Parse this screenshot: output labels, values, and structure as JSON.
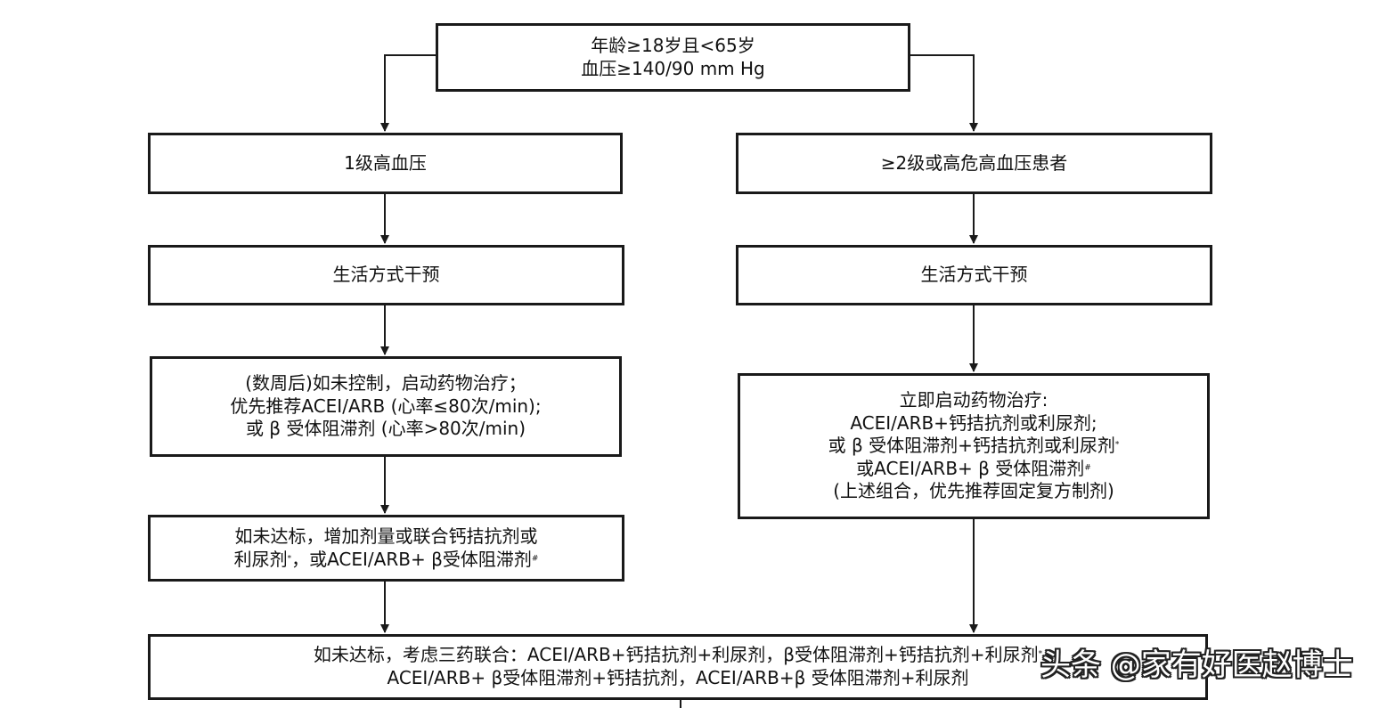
{
  "flowchart": {
    "top": {
      "line1": "年龄≥18岁且<65岁",
      "line2": "血压≥140/90 mm Hg"
    },
    "left": {
      "grade": "1级高血压",
      "lifestyle": "生活方式干预",
      "therapy": {
        "line1": "(数周后)如未控制，启动药物治疗；",
        "line2": "优先推荐ACEI/ARB (心率≤80次/min);",
        "line3": "或 β 受体阻滞剂 (心率>80次/min)"
      },
      "escalate": {
        "line1": "如未达标，增加剂量或联合钙拮抗剂或",
        "line2_text": "利尿剂",
        "line2_mark": "*",
        "line2_tail_text": "，或ACEI/ARB+ β受体阻滞剂",
        "line2_tail_mark": "#"
      }
    },
    "right": {
      "grade": "≥2级或高危高血压患者",
      "lifestyle": "生活方式干预",
      "therapy": {
        "line1": "立即启动药物治疗:",
        "line2": "ACEI/ARB+钙拮抗剂或利尿剂;",
        "line3_text": "或 β 受体阻滞剂+钙拮抗剂或利尿剂",
        "line3_mark": "*",
        "line4_text": "或ACEI/ARB+ β 受体阻滞剂",
        "line4_mark": "#",
        "line5": "(上述组合，优先推荐固定复方制剂)"
      }
    },
    "bottom": {
      "line1_text": "如未达标，考虑三药联合：ACEI/ARB+钙拮抗剂+利尿剂，β受体阻滞剂+钙拮抗剂+利尿剂",
      "line1_mark": "*",
      "line2": "ACEI/ARB+ β受体阻滞剂+钙拮抗剂，ACEI/ARB+β 受体阻滞剂+利尿剂"
    }
  },
  "watermark": "头条 @家有好医赵博士",
  "colors": {
    "line": "#1a1a1a",
    "box_fill": "#ffffff",
    "text": "#111111"
  }
}
